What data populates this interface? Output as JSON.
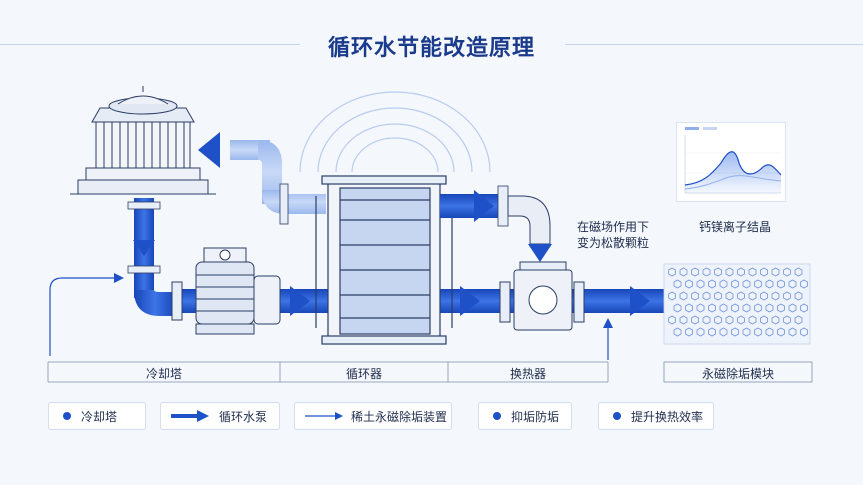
{
  "title": "循环水节能改造原理",
  "stage_labels": {
    "cooling_tower": "冷却塔",
    "circulation": "循环器",
    "heat_exchanger": "换热器",
    "descaling_module": "永磁除垢模块"
  },
  "annotations": {
    "magnet_line1": "在磁场作用下",
    "magnet_line2": "变为松散颗粒",
    "crystal": "钙镁离子结晶"
  },
  "legend": [
    {
      "label": "冷却塔",
      "marker": "dot"
    },
    {
      "label": "循环水泵",
      "marker": "arrow-thick"
    },
    {
      "label": "稀土永磁除垢装置",
      "marker": "arrow-thin"
    },
    {
      "label": "抑垢防垢",
      "marker": "dot"
    },
    {
      "label": "提升换热效率",
      "marker": "dot"
    }
  ],
  "colors": {
    "primary": "#1e50c8",
    "light": "#8fb0ea",
    "title": "#1a3a8c",
    "background": "#f4f7fb"
  }
}
